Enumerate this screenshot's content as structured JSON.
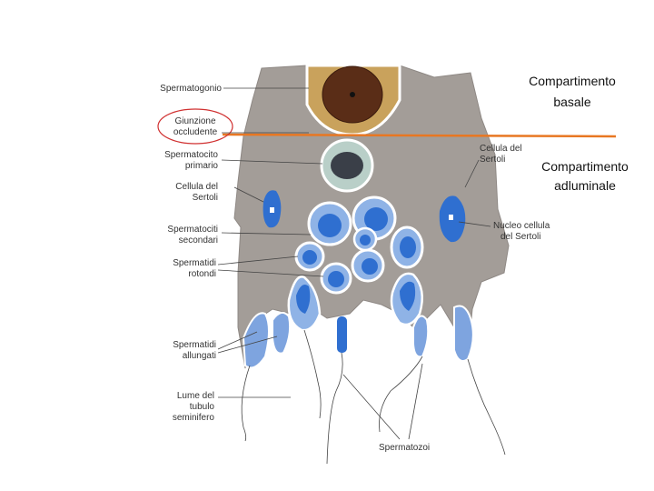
{
  "labels": {
    "spermatogonio": "Spermatogonio",
    "giunzione_1": "Giunzione",
    "giunzione_2": "occludente",
    "spermatocito_1": "Spermatocito",
    "spermatocito_2": "primario",
    "sertoli_left_1": "Cellula del",
    "sertoli_left_2": "Sertoli",
    "sec_1": "Spermatociti",
    "sec_2": "secondari",
    "rot_1": "Spermatidi",
    "rot_2": "rotondi",
    "all_1": "Spermatidi",
    "all_2": "allungati",
    "lume_1": "Lume del",
    "lume_2": "tubulo",
    "lume_3": "seminifero",
    "sertoli_right_1": "Cellula del",
    "sertoli_right_2": "Sertoli",
    "nucleo_1": "Nucleo cellula",
    "nucleo_2": "del Sertoli",
    "spermatozoi": "Spermatozoi"
  },
  "compartments": {
    "basale_1": "Compartimento",
    "basale_2": "basale",
    "adluminale_1": "Compartimento",
    "adluminale_2": "adluminale"
  },
  "colors": {
    "tissue": "#a39d98",
    "nucleus_blue": "#2f6fd0",
    "cell_blue": "#8fb3e6",
    "spermatogonium": "#c9a25c",
    "spermatogonium_nucleus": "#5a2d17",
    "barrier_line": "#e87722",
    "highlight_circle": "#d03030"
  }
}
